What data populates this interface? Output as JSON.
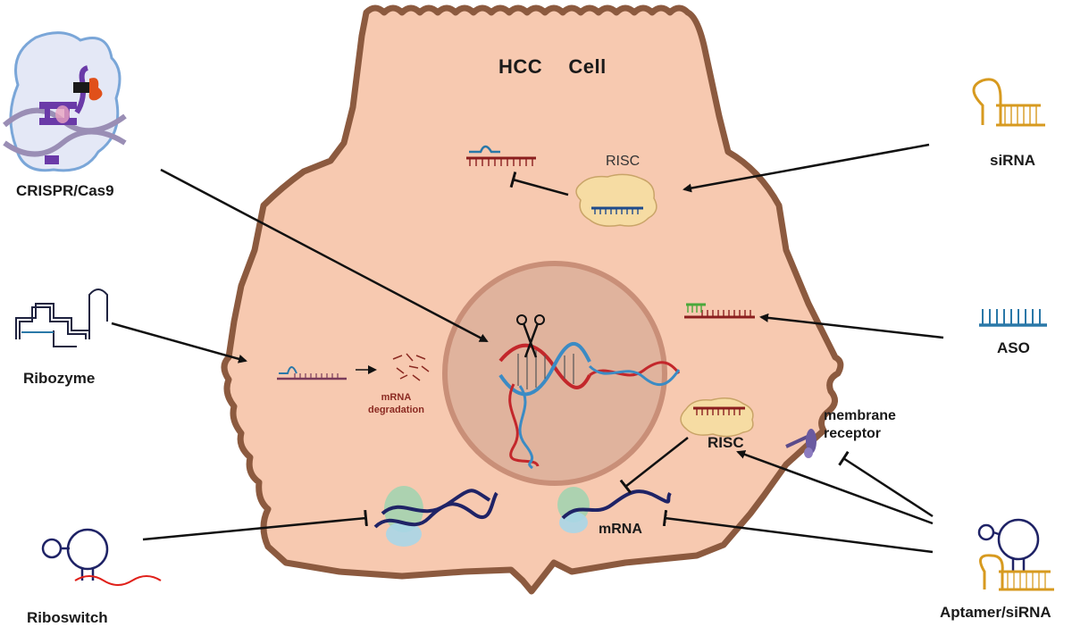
{
  "cell": {
    "title_left": "HCC",
    "title_right": "Cell"
  },
  "labels": {
    "crispr": "CRISPR/Cas9",
    "ribozyme": "Ribozyme",
    "riboswitch": "Riboswitch",
    "sirna": "siRNA",
    "aso": "ASO",
    "aptamer_sirna": "Aptamer/siRNA",
    "risc_top": "RISC",
    "risc_lower": "RISC",
    "mrna": "mRNA",
    "mrna_degradation_1": "mRNA",
    "mrna_degradation_2": "degradation",
    "membrane_1": "membrane",
    "membrane_2": "receptor"
  },
  "colors": {
    "membrane": "#8c5a3f",
    "cytoplasm": "#f7c9b0",
    "nucleus": "#e0b39d",
    "dna_red": "#c3272b",
    "dna_blue": "#3b8bc4",
    "mrna_dark": "#1f2366",
    "sirna_orange": "#d79a1f",
    "aso_blue": "#2a78a8",
    "risc_fill": "#f6dca3",
    "ribosome_green": "#9fd3b0",
    "ribosome_blue": "#a9d6e8"
  }
}
